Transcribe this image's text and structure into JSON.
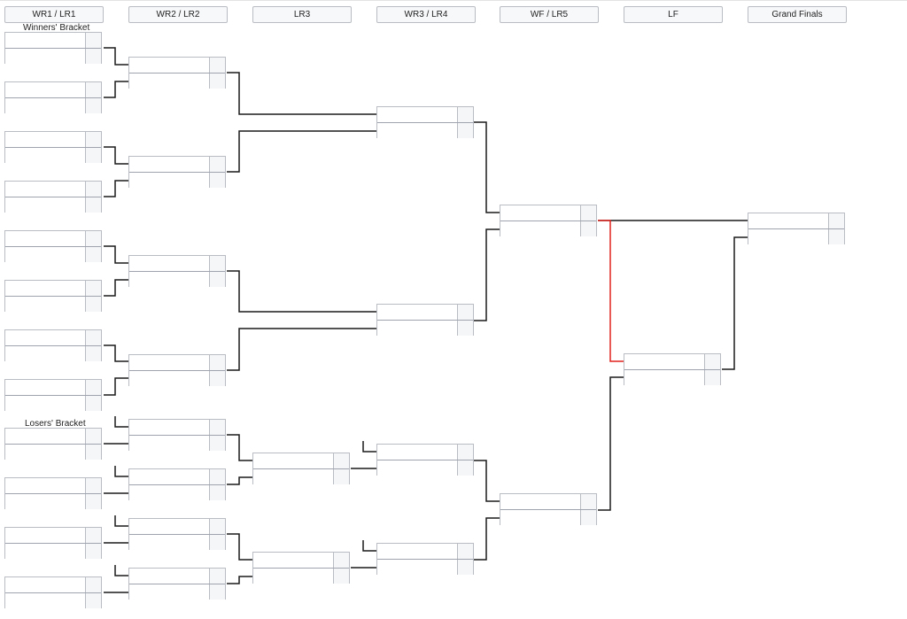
{
  "rounds": [
    "WR1 / LR1",
    "WR2 / LR2",
    "LR3",
    "WR3 / LR4",
    "WF / LR5",
    "LF",
    "Grand Finals"
  ],
  "brackets": {
    "winners_label": "Winners' Bracket",
    "losers_label": "Losers' Bracket"
  },
  "colors": {
    "connector": "#1a1a1a",
    "highlight_path": "#e0201b"
  }
}
